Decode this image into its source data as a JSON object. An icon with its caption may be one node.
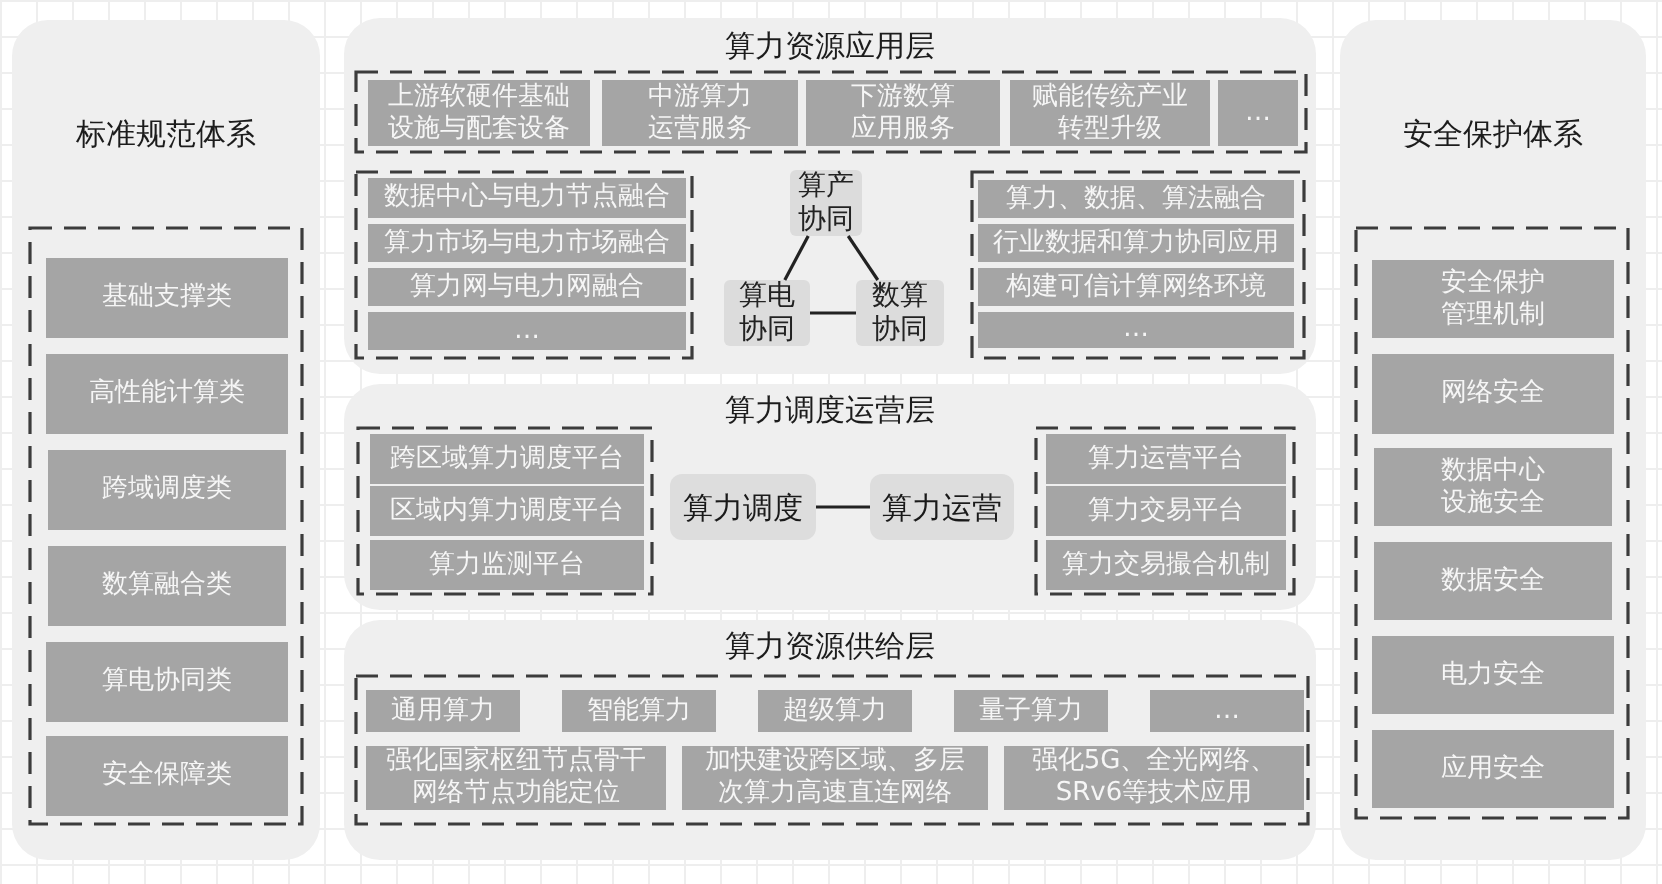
{
  "diagram": {
    "nodes": [
      {
        "text": [
          "标准规范体系"
        ]
      },
      {
        "text": [],
        "shape": "box",
        "in": 0
      },
      {
        "text": [
          "基础支撑类"
        ],
        "in": 1
      },
      {
        "text": [
          "高性能计算类"
        ],
        "in": 1
      },
      {
        "text": [
          "跨域调度类"
        ],
        "in": 1
      },
      {
        "text": [
          "数算融合类"
        ],
        "in": 1
      },
      {
        "text": [
          "算电协同类"
        ],
        "in": 1
      },
      {
        "text": [
          "安全保障类"
        ],
        "in": 1
      },
      {
        "text": [
          "算力资源应用层"
        ]
      },
      {
        "text": [],
        "shape": "box",
        "in": 8
      },
      {
        "text": [
          "上游软硬件基础设施与配套设备"
        ],
        "in": 9
      },
      {
        "text": [
          "中游算力运营服务"
        ],
        "in": 9
      },
      {
        "text": [
          "下游数算应用服务"
        ],
        "in": 9
      },
      {
        "text": [
          "赋能传统产业转型升级"
        ],
        "in": 9
      },
      {
        "text": [
          "…"
        ],
        "in": 9
      },
      {
        "text": [],
        "shape": "box",
        "in": 8
      },
      {
        "text": [
          "数据中心与电力节点融合"
        ],
        "in": 15
      },
      {
        "text": [
          "算力市场与电力市场融合"
        ],
        "in": 15
      },
      {
        "text": [
          "算力网与电力网融合"
        ],
        "in": 15
      },
      {
        "text": [
          "…"
        ],
        "in": 15
      },
      {
        "text": [
          "算产协同"
        ],
        "in": 8
      },
      {
        "text": [
          "算电协同"
        ],
        "in": 8
      },
      {
        "text": [
          "数算协同"
        ],
        "in": 8
      },
      {
        "text": [],
        "shape": "box",
        "in": 8
      },
      {
        "text": [
          "算力、数据、算法融合"
        ],
        "in": 23
      },
      {
        "text": [
          "行业数据和算力协同应用"
        ],
        "in": 23
      },
      {
        "text": [
          "构建可信计算网络环境"
        ],
        "in": 23
      },
      {
        "text": [
          "…"
        ],
        "in": 23
      },
      {
        "text": [
          "算力调度运营层"
        ]
      },
      {
        "text": [],
        "shape": "box",
        "in": 28
      },
      {
        "text": [
          "跨区域算力调度平台"
        ],
        "in": 29
      },
      {
        "text": [
          "区域内算力调度平台"
        ],
        "in": 29
      },
      {
        "text": [
          "算力监测平台"
        ],
        "in": 29
      },
      {
        "text": [
          "算力调度"
        ],
        "in": 28
      },
      {
        "text": [
          "算力运营"
        ],
        "in": 28
      },
      {
        "text": [],
        "shape": "box",
        "in": 28
      },
      {
        "text": [
          "算力运营平台"
        ],
        "in": 35
      },
      {
        "text": [
          "算力交易平台"
        ],
        "in": 35
      },
      {
        "text": [
          "算力交易撮合机制"
        ],
        "in": 35
      },
      {
        "text": [
          "算力资源供给层"
        ]
      },
      {
        "text": [],
        "shape": "box",
        "in": 39
      },
      {
        "text": [
          "通用算力"
        ],
        "in": 40
      },
      {
        "text": [
          "智能算力"
        ],
        "in": 40
      },
      {
        "text": [
          "超级算力"
        ],
        "in": 40
      },
      {
        "text": [
          "量子算力"
        ],
        "in": 40
      },
      {
        "text": [
          "…"
        ],
        "in": 40
      },
      {
        "text": [
          "强化国家枢纽节点骨干网络节点功能定位"
        ],
        "in": 40
      },
      {
        "text": [
          "加快建设跨区域、多层次算力高速直连网络"
        ],
        "in": 40
      },
      {
        "text": [
          "强化5G、全光网络、SRv6等技术应用"
        ],
        "in": 40
      },
      {
        "text": [
          "安全保护体系"
        ]
      },
      {
        "text": [],
        "shape": "box",
        "in": 49
      },
      {
        "text": [
          "安全保护管理机制"
        ],
        "in": 50
      },
      {
        "text": [
          "网络安全"
        ],
        "in": 50
      },
      {
        "text": [
          "数据中心设施安全"
        ],
        "in": 50
      },
      {
        "text": [
          "数据安全"
        ],
        "in": 50
      },
      {
        "text": [
          "电力安全"
        ],
        "in": 50
      },
      {
        "text": [
          "应用安全"
        ],
        "in": 50
      }
    ],
    "edges": [
      {
        "from": 20,
        "to": 21,
        "arrow": "none"
      },
      {
        "from": 20,
        "to": 22,
        "arrow": "none"
      },
      {
        "from": 21,
        "to": 22,
        "arrow": "none"
      },
      {
        "from": 33,
        "to": 34,
        "arrow": "none"
      }
    ]
  }
}
